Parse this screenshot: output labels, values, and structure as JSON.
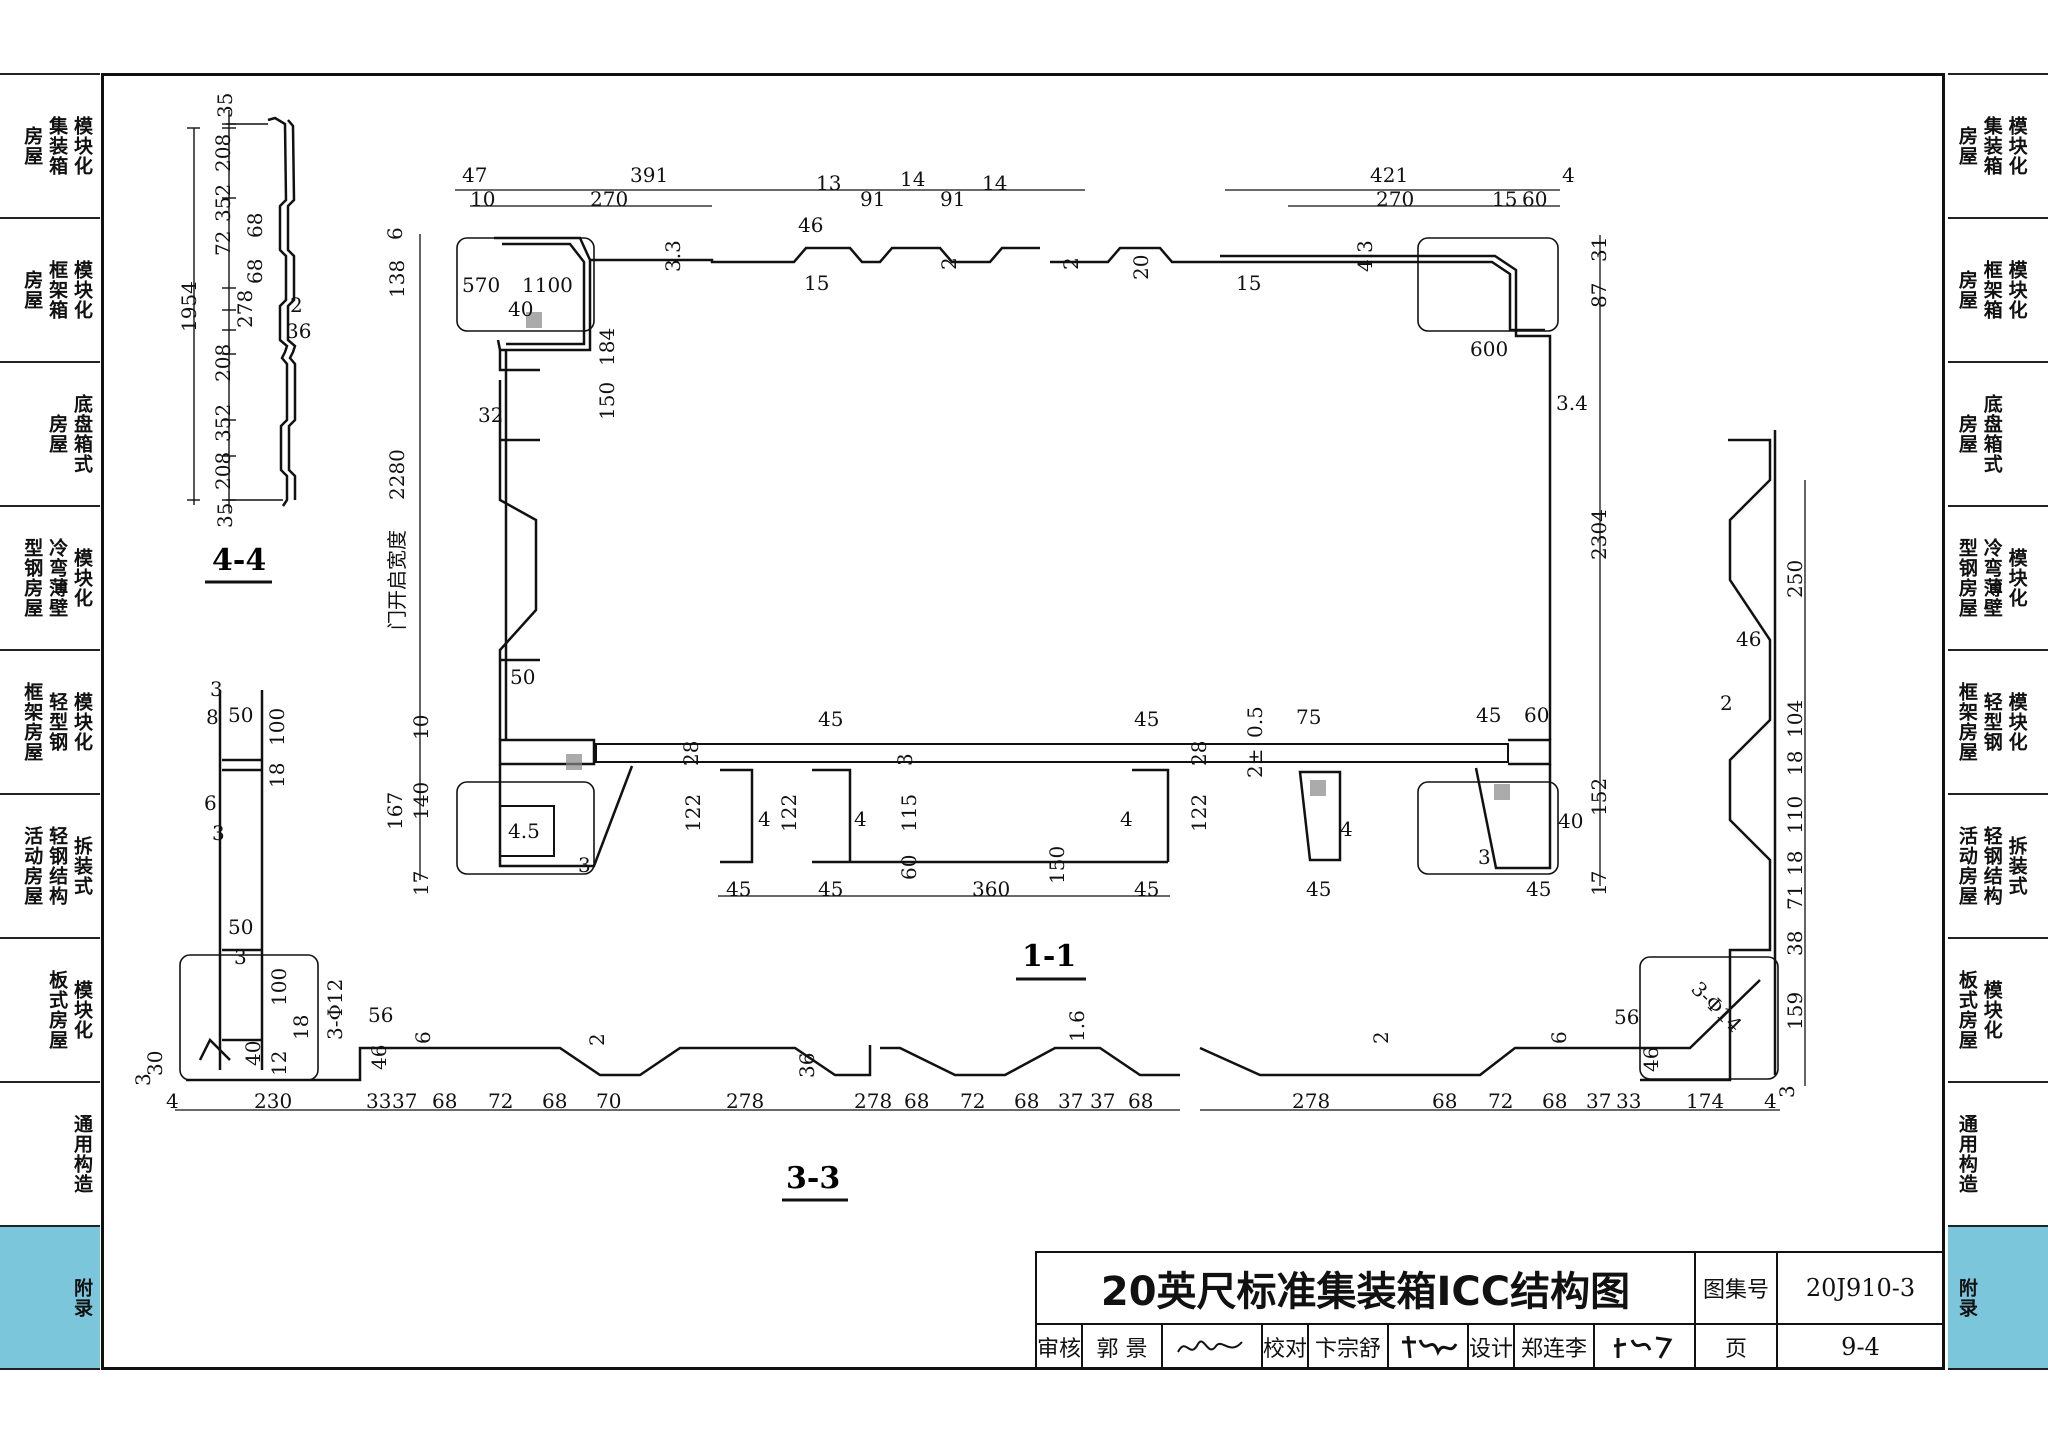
{
  "side_tabs": [
    {
      "cols": [
        "模块化",
        "集装箱",
        "房屋"
      ]
    },
    {
      "cols": [
        "模块化",
        "框架箱",
        "房屋"
      ]
    },
    {
      "cols": [
        "底盘箱式",
        "房屋"
      ]
    },
    {
      "cols": [
        "模块化",
        "冷弯薄壁",
        "型钢房屋"
      ]
    },
    {
      "cols": [
        "模块化",
        "轻型钢",
        "框架房屋"
      ]
    },
    {
      "cols": [
        "拆装式",
        "轻钢结构",
        "活动房屋"
      ]
    },
    {
      "cols": [
        "模块化",
        "板式房屋"
      ]
    },
    {
      "cols": [
        "通用构造"
      ]
    },
    {
      "cols": [
        "附录"
      ]
    }
  ],
  "sections": {
    "s44": "4-4",
    "s11": "1-1",
    "s33": "3-3"
  },
  "section_44_dims": {
    "d1": "35",
    "d2": "208",
    "d3": "352",
    "d4": "68",
    "d5": "72",
    "d6": "68",
    "d7": "278",
    "d8": "208",
    "d9": "352",
    "d10": "208",
    "d11": "35",
    "total": "1954",
    "t1": "2",
    "t2": "36"
  },
  "section_11_dims": {
    "top_a": "47",
    "top_b": "391",
    "top_c": "13",
    "top_d": "14",
    "top_e": "14",
    "top_f": "421",
    "top_g": "4",
    "sub_a": "10",
    "sub_b": "270",
    "sub_c": "46",
    "sub_d": "91",
    "sub_e": "91",
    "sub_f": "270",
    "sub_g": "15",
    "sub_h": "60",
    "w570": "570",
    "w1100": "1100",
    "r40": "40",
    "t33": "3.3",
    "t2a": "2",
    "t2b": "2",
    "d20": "20",
    "f15a": "15",
    "f15b": "15",
    "t43": "4.3",
    "h6": "6",
    "h138": "138",
    "h184": "184",
    "h150": "150",
    "h32": "32",
    "h2280": "2280",
    "door_label": "门开启宽度",
    "w50": "50",
    "h10": "10",
    "h167": "167",
    "h140": "140",
    "h17a": "17",
    "t45": "4.5",
    "t3a": "3",
    "h31": "31",
    "h87": "87",
    "w600": "600",
    "t34": "3.4",
    "h2304": "2304",
    "f45a": "45",
    "f45b": "45",
    "f05": "0.5",
    "f2pm": "2±",
    "w75": "75",
    "f45c": "45",
    "w60": "60",
    "h28a": "28",
    "h28b": "28",
    "t3b": "3",
    "h122a": "122",
    "h122b": "122",
    "h115": "115",
    "h122c": "122",
    "h152": "152",
    "t4a": "4",
    "t4b": "4",
    "t4c": "4",
    "t4d": "4",
    "t40": "40",
    "t3c": "3",
    "h60": "60",
    "h150b": "150",
    "b45a": "45",
    "b45b": "45",
    "b360": "360",
    "b45c": "45",
    "b45d": "45",
    "b45e": "45",
    "h17b": "17"
  },
  "section_33_dims": {
    "p3a": "3",
    "p8": "8",
    "p50a": "50",
    "p100a": "100",
    "p18a": "18",
    "p6": "6",
    "p3b": "3",
    "p50b": "50",
    "p3c": "3",
    "p100b": "100",
    "p40": "40",
    "p12": "12",
    "p18b": "18",
    "phi12": "3-Φ12",
    "p46": "46",
    "p6b": "6",
    "p56": "56",
    "t2": "2",
    "t16": "1.6",
    "p36": "36",
    "p330": "3",
    "p30": "30",
    "b4": "4",
    "b230": "230",
    "b33": "33",
    "b37": "37",
    "b68a": "68",
    "b72a": "72",
    "b68b": "68",
    "b70": "70",
    "b278a": "278",
    "b278b": "278",
    "b68c": "68",
    "b72b": "72",
    "b68d": "68",
    "b37b": "37",
    "b37c": "37",
    "b68e": "68",
    "c278": "278",
    "c68a": "68",
    "c72": "72",
    "c68b": "68",
    "c37": "37",
    "c33": "33",
    "c174": "174",
    "c4": "4",
    "c3": "3",
    "r56": "56",
    "r6": "6",
    "r2": "2",
    "r46": "46",
    "phi14": "3-Φ14",
    "v250": "250",
    "v46": "46",
    "v2": "2",
    "v104": "104",
    "v18a": "18",
    "v110": "110",
    "v18b": "18",
    "v71": "71",
    "v38": "38",
    "v159": "159"
  },
  "title_block": {
    "title": "20英尺标准集装箱ICC结构图",
    "atlas_label": "图集号",
    "atlas_no": "20J910-3",
    "review_label": "审核",
    "reviewer": "郭 景",
    "check_label": "校对",
    "checker": "卞宗舒",
    "design_label": "设计",
    "designer": "郑连李",
    "page_label": "页",
    "page_no": "9-4"
  }
}
